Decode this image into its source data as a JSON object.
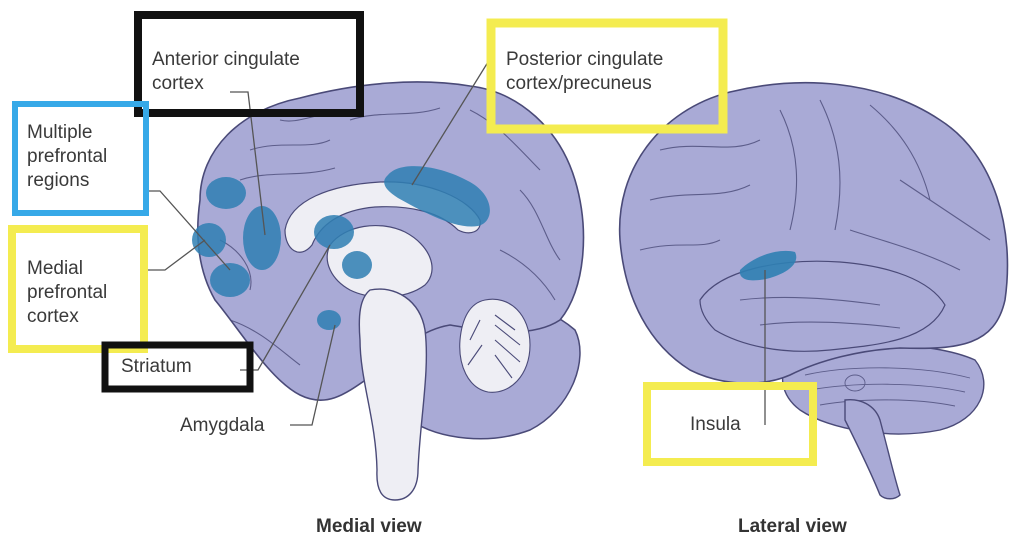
{
  "labels": {
    "anterior_cingulate": [
      "Anterior cingulate",
      "cortex"
    ],
    "posterior_cingulate": [
      "Posterior cingulate",
      "cortex/precuneus"
    ],
    "multiple_prefrontal": [
      "Multiple",
      "prefrontal",
      "regions"
    ],
    "medial_prefrontal": [
      "Medial",
      "prefrontal",
      "cortex"
    ],
    "striatum": "Striatum",
    "amygdala": "Amygdala",
    "insula": "Insula"
  },
  "views": {
    "medial": "Medial view",
    "lateral": "Lateral view"
  },
  "colors": {
    "brain_fill": "#a9aad6",
    "brain_stroke": "#4a4a78",
    "highlight": "#2f7fb3",
    "white_matter": "#eeeef4",
    "box_black": "#111111",
    "box_blue": "#36a9e8",
    "box_yellow": "#f4ec50"
  }
}
